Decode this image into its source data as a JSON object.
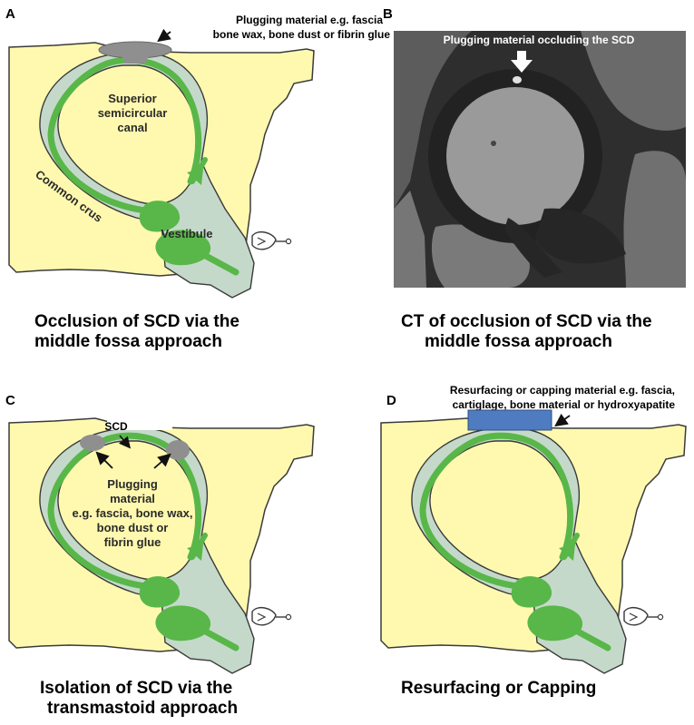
{
  "colors": {
    "bone": "#FFF9B0",
    "membrane": "#C5D9CB",
    "canal": "#58B748",
    "plug": "#8F8F8F",
    "cap": "#4F7CC0",
    "outline": "#3A3A3A"
  },
  "panels": {
    "a": {
      "letter": "A",
      "note_line1": "Plugging material e.g. fascia",
      "note_line2": "bone wax, bone dust or fibrin glue",
      "label_canal_line1": "Superior",
      "label_canal_line2": "semicircular",
      "label_canal_line3": "canal",
      "label_crus": "Common crus",
      "label_vestibule": "Vestibule",
      "caption_line1": "Occlusion of SCD via the",
      "caption_line2": "middle fossa approach"
    },
    "b": {
      "letter": "B",
      "note": "Plugging material occluding the SCD",
      "caption_line1": "CT of occlusion of SCD via the",
      "caption_line2": "middle fossa approach"
    },
    "c": {
      "letter": "C",
      "note_scd": "SCD",
      "plug_line1": "Plugging",
      "plug_line2": "material",
      "plug_line3": "e.g. fascia, bone wax,",
      "plug_line4": "bone dust or",
      "plug_line5": "fibrin glue",
      "caption_line1": "Isolation of SCD via the",
      "caption_line2": "transmastoid approach"
    },
    "d": {
      "letter": "D",
      "note_line1": "Resurfacing or capping material e.g. fascia,",
      "note_line2": "cartiglage, bone material or hydroxyapatite",
      "caption": "Resurfacing or Capping"
    }
  }
}
